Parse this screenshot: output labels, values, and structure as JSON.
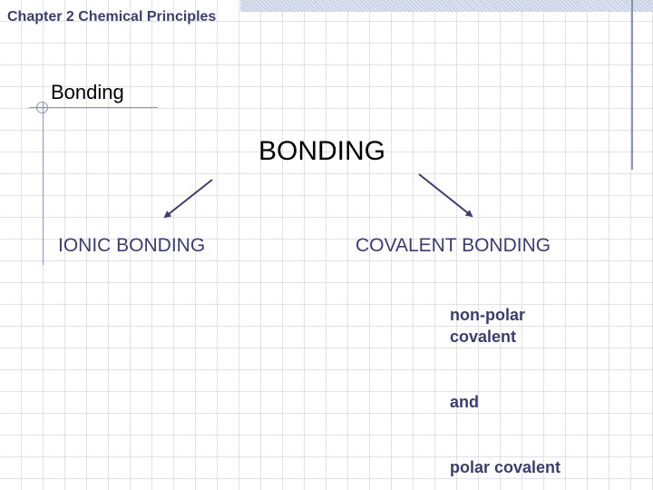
{
  "header": {
    "chapter_title": "Chapter 2  Chemical Principles"
  },
  "slide": {
    "title": "Bonding",
    "root_node": "BONDING",
    "branches": [
      {
        "label": "IONIC BONDING"
      },
      {
        "label": "COVALENT BONDING"
      }
    ],
    "covalent_types": [
      "non-polar",
      "covalent",
      "and",
      "polar covalent"
    ]
  },
  "colors": {
    "text_navy": "#3b3d6b",
    "accent_rule": "#8a92b8",
    "arrow": "#3b3d6b"
  }
}
